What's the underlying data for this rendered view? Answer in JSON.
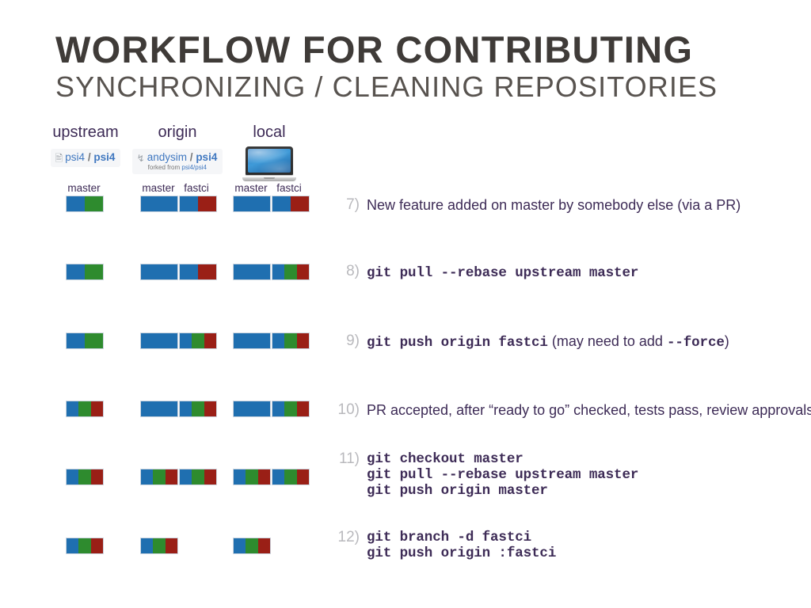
{
  "title": {
    "main": "WORKFLOW FOR CONTRIBUTING",
    "sub": "SYNCHRONIZING / CLEANING REPOSITORIES"
  },
  "colors": {
    "blue": "#1f6fb0",
    "green": "#2e8b2e",
    "red": "#9a1f16",
    "text": "#3d2b56",
    "step_number": "#b9b9bd",
    "link": "#4078c0"
  },
  "columns": [
    {
      "key": "upstream",
      "title": "upstream",
      "badge": {
        "icon": "repo-icon",
        "owner": "psi4",
        "separator": "/",
        "name": "psi4",
        "forked_from": null
      },
      "branches": [
        "master"
      ]
    },
    {
      "key": "origin",
      "title": "origin",
      "badge": {
        "icon": "fork-icon",
        "owner": "andysim",
        "separator": "/",
        "name": "psi4",
        "forked_from_label": "forked from",
        "forked_from": "psi4/psi4"
      },
      "branches": [
        "master",
        "fastci"
      ]
    },
    {
      "key": "local",
      "title": "local",
      "badge": {
        "icon": "laptop-icon"
      },
      "branches": [
        "master",
        "fastci"
      ]
    }
  ],
  "rows": [
    {
      "number": "7)",
      "bars": {
        "upstream_master": [
          "b",
          "g"
        ],
        "origin_master": [
          "b"
        ],
        "origin_fastci": [
          "b",
          "r"
        ],
        "local_master": [
          "b"
        ],
        "local_fastci": [
          "b",
          "r"
        ]
      },
      "text_parts": [
        {
          "style": "plain",
          "text": "New feature added on master by somebody else (via a PR)"
        }
      ]
    },
    {
      "number": "8)",
      "bars": {
        "upstream_master": [
          "b",
          "g"
        ],
        "origin_master": [
          "b"
        ],
        "origin_fastci": [
          "b",
          "r"
        ],
        "local_master": [
          "b"
        ],
        "local_fastci": [
          "b",
          "g",
          "r"
        ]
      },
      "text_parts": [
        {
          "style": "mono",
          "text": "git pull --rebase upstream master"
        }
      ]
    },
    {
      "number": "9)",
      "bars": {
        "upstream_master": [
          "b",
          "g"
        ],
        "origin_master": [
          "b"
        ],
        "origin_fastci": [
          "b",
          "g",
          "r"
        ],
        "local_master": [
          "b"
        ],
        "local_fastci": [
          "b",
          "g",
          "r"
        ]
      },
      "text_parts": [
        {
          "style": "mono",
          "text": "git push origin fastci"
        },
        {
          "style": "plain",
          "text": "  (may need to add "
        },
        {
          "style": "mono",
          "text": "--force"
        },
        {
          "style": "plain",
          "text": ")"
        }
      ]
    },
    {
      "number": "10)",
      "bars": {
        "upstream_master": [
          "b",
          "g",
          "r"
        ],
        "origin_master": [
          "b"
        ],
        "origin_fastci": [
          "b",
          "g",
          "r"
        ],
        "local_master": [
          "b"
        ],
        "local_fastci": [
          "b",
          "g",
          "r"
        ]
      },
      "text_parts": [
        {
          "style": "plain",
          "text": "PR accepted, after “ready to go” checked, tests pass, review approvals"
        }
      ]
    },
    {
      "number": "11)",
      "bars": {
        "upstream_master": [
          "b",
          "g",
          "r"
        ],
        "origin_master": [
          "b",
          "g",
          "r"
        ],
        "origin_fastci": [
          "b",
          "g",
          "r"
        ],
        "local_master": [
          "b",
          "g",
          "r"
        ],
        "local_fastci": [
          "b",
          "g",
          "r"
        ]
      },
      "code_lines": [
        "git checkout master",
        "git pull --rebase upstream master",
        "git push origin master"
      ]
    },
    {
      "number": "12)",
      "bars": {
        "upstream_master": [
          "b",
          "g",
          "r"
        ],
        "origin_master": [
          "b",
          "g",
          "r"
        ],
        "origin_fastci": null,
        "local_master": [
          "b",
          "g",
          "r"
        ],
        "local_fastci": null
      },
      "code_lines": [
        "git branch -d fastci",
        "git push origin :fastci"
      ]
    }
  ]
}
